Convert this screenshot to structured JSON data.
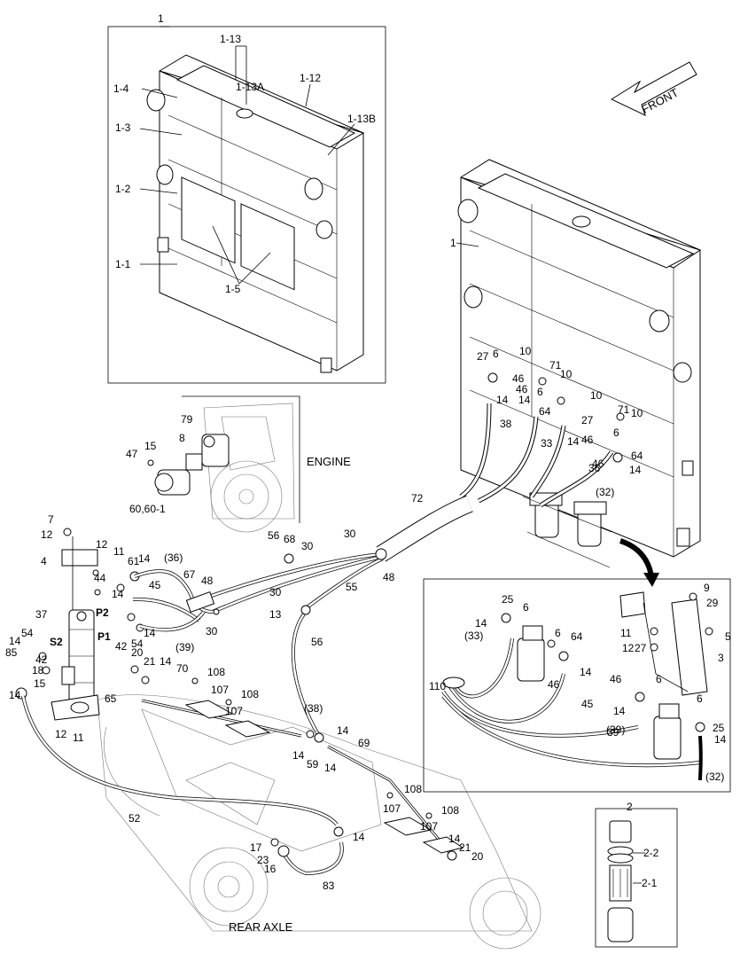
{
  "diagram": {
    "orientation": "FRONT",
    "region_labels": {
      "engine": "ENGINE",
      "rear_axle": "REAR AXLE"
    },
    "ports": [
      "P2",
      "S2",
      "P1"
    ],
    "insets": [
      {
        "id": "radiator-detail",
        "label": "1"
      },
      {
        "id": "filter-detail",
        "label": "2"
      }
    ],
    "callouts": [
      "1",
      "1-1",
      "1-2",
      "1-3",
      "1-4",
      "1-5",
      "1-12",
      "1-13",
      "1-13A",
      "1-13B",
      "2",
      "2-1",
      "2-2",
      "3",
      "4",
      "5",
      "6",
      "7",
      "8",
      "9",
      "10",
      "11",
      "12",
      "13",
      "14",
      "15",
      "16",
      "17",
      "18",
      "20",
      "21",
      "23",
      "25",
      "27",
      "29",
      "30",
      "33",
      "36",
      "37",
      "38",
      "39",
      "42",
      "44",
      "45",
      "46",
      "47",
      "48",
      "52",
      "54",
      "55",
      "56",
      "59",
      "60,60-1",
      "61",
      "64",
      "65",
      "67",
      "68",
      "69",
      "70",
      "71",
      "72",
      "79",
      "83",
      "85",
      "107",
      "108",
      "110",
      "(32)",
      "(33)",
      "(36)",
      "(38)",
      "(39)"
    ]
  }
}
